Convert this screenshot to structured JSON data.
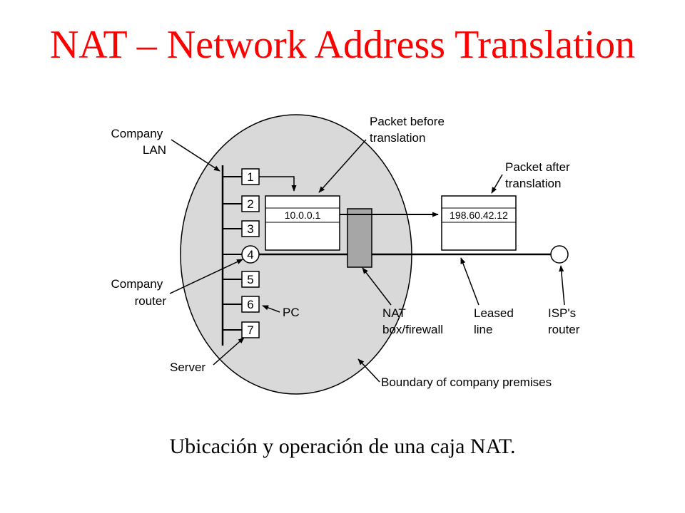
{
  "title": "NAT – Network Address Translation",
  "caption": "Ubicación y operación de una caja NAT.",
  "colors": {
    "title": "#ff0000",
    "premises_fill": "#d9d9d9",
    "nat_box_fill": "#a6a6a6",
    "line": "#000000"
  },
  "diagram": {
    "hosts": [
      "1",
      "2",
      "3",
      "4",
      "5",
      "6",
      "7"
    ],
    "packet_before": {
      "label": [
        "Packet before",
        "translation"
      ],
      "address": "10.0.0.1"
    },
    "packet_after": {
      "label": [
        "Packet after",
        "translation"
      ],
      "address": "198.60.42.12"
    },
    "labels": {
      "company_lan": [
        "Company",
        "LAN"
      ],
      "company_router": [
        "Company",
        "router"
      ],
      "server": "Server",
      "pc": "PC",
      "nat_box": [
        "NAT",
        "box/firewall"
      ],
      "leased_line": [
        "Leased",
        "line"
      ],
      "isp_router": [
        "ISP's",
        "router"
      ],
      "boundary": "Boundary of company premises"
    }
  }
}
